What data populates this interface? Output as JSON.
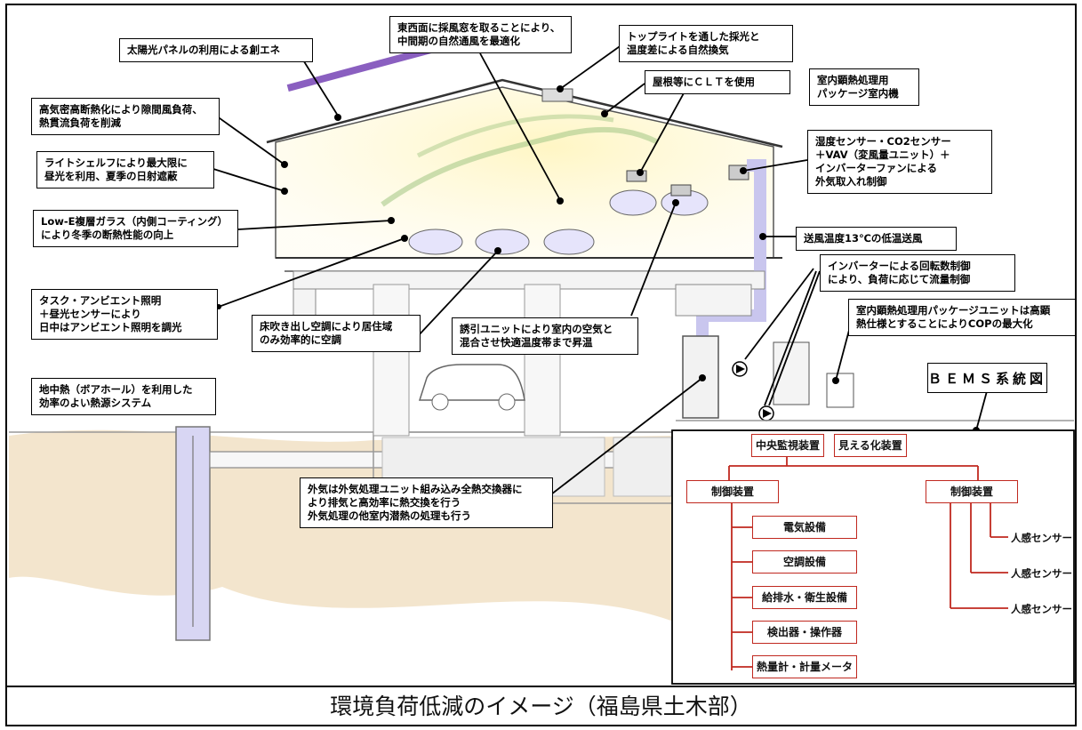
{
  "labels": {
    "solar": "太陽光パネルの利用による創エネ",
    "ventilation_window": "東西面に採風窓を取ることにより、\n中間期の自然通風を最適化",
    "toplight": "トップライトを通した採光と\n温度差による自然換気",
    "clt": "屋根等にＣＬＴを使用",
    "indoor_unit": "室内顕熱処理用\nパッケージ室内機",
    "insulation": "高気密高断熱化により隙間風負荷、\n熱貫流負荷を削減",
    "lightshelf": "ライトシェルフにより最大限に\n昼光を利用、夏季の日射遮蔽",
    "sensors": "湿度センサー・CO2センサー\n＋VAV（変風量ユニット）＋\nインバーターファンによる\n外気取入れ制御",
    "lowe_glass": "Low-E複層ガラス（内側コーティング）\nにより冬季の断熱性能の向上",
    "supply_air": "送風温度13℃の低温送風",
    "inverter": "インバーターによる回転数制御\nにより、負荷に応じて流量制御",
    "task_lighting": "タスク・アンビエント照明\n＋昼光センサーにより\n日中はアンビエント照明を調光",
    "floor_air": "床吹き出し空調により居住域\nのみ効率的に空調",
    "induction": "誘引ユニットにより室内の空気と\n混合させ快適温度帯まで昇温",
    "package_unit": "室内顕熱処理用パッケージユニットは高顕\n熱仕様とすることによりCOPの最大化",
    "geothermal": "地中熱（ボアホール）を利用した\n効率のよい熱源システム",
    "outdoor_air": "外気は外気処理ユニット組み込み全熱交換器に\nより排気と高効率に熱交換を行う\n外気処理の他室内潜熱の処理も行う"
  },
  "bems": {
    "title": "ＢＥＭＳ系統図",
    "central": "中央監視装置",
    "visualizer": "見える化装置",
    "control_left": "制御装置",
    "control_right": "制御装置",
    "items": [
      "電気設備",
      "空調設備",
      "給排水・衛生設備",
      "検出器・操作器",
      "熱量計・計量メータ"
    ],
    "sensors": [
      "人感センサー",
      "人感センサー",
      "人感センサー"
    ]
  },
  "caption": "環境負荷低減のイメージ（福島県土木部）",
  "colors": {
    "bems_red": "#c0281f",
    "duct": "#c9c6ee",
    "ground": "#e9cfa4",
    "roof_panel": "#8a5fc0"
  }
}
